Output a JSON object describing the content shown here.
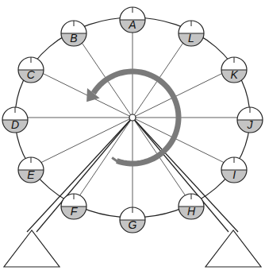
{
  "diagram": {
    "nodes": [
      {
        "text": [
          "A"
        ]
      },
      {
        "text": [
          "B"
        ]
      },
      {
        "text": [
          "C"
        ]
      },
      {
        "text": [
          "D"
        ]
      },
      {
        "text": [
          "E"
        ]
      },
      {
        "text": [
          "F"
        ]
      },
      {
        "text": [
          "G"
        ]
      },
      {
        "text": [
          "H"
        ]
      },
      {
        "text": [
          "I"
        ]
      },
      {
        "text": [
          "J"
        ]
      },
      {
        "text": [
          "K"
        ]
      },
      {
        "text": [
          "L"
        ]
      }
    ]
  }
}
